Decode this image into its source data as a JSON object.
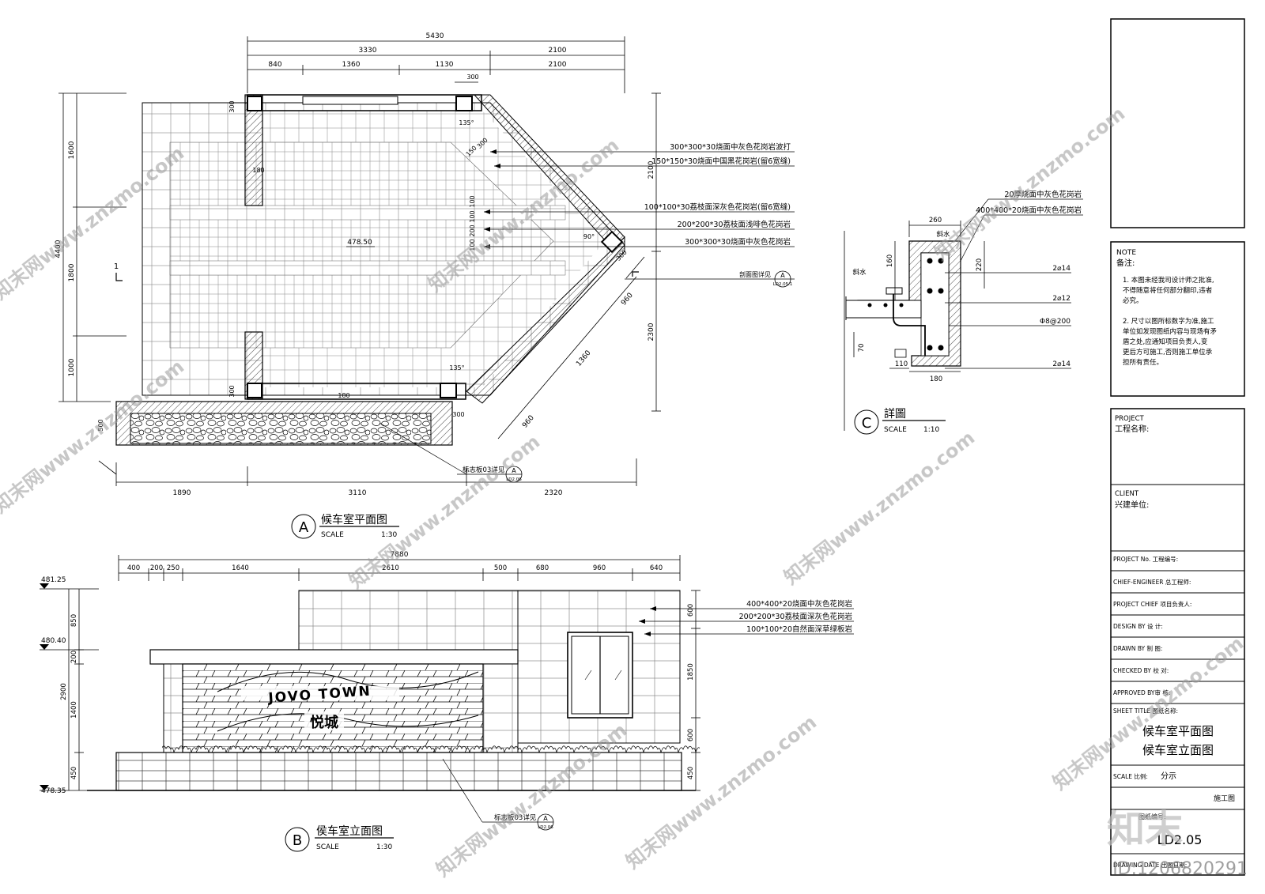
{
  "plan": {
    "title": "候车室平面图",
    "marker": "A",
    "scale_label": "SCALE",
    "scale_value": "1:30",
    "elevation": "478.50",
    "dims_top": [
      "5430",
      "3330",
      "2100",
      "840",
      "1360",
      "1130",
      "2100",
      "300"
    ],
    "dims_left": [
      "4400",
      "1600",
      "1800",
      "1000"
    ],
    "dims_left_small": [
      "300",
      "180",
      "300",
      "180",
      "500"
    ],
    "dims_bottom": [
      "1890",
      "3110",
      "2320"
    ],
    "dims_diag": [
      "960",
      "1360",
      "960",
      "2300",
      "2100",
      "300",
      "300",
      "150",
      "300"
    ],
    "angles": [
      "135°",
      "90°",
      "135°"
    ],
    "section_mark": "1",
    "callouts": [
      "300*300*30烧面中灰色花岗岩波打",
      "150*150*30烧面中国黑花岗岩(留6宽缝)",
      "100*100*30荔枝面深灰色花岗岩(留6宽缝)",
      "200*200*30荔枝面浅啡色花岗岩",
      "300*300*30烧面中灰色花岗岩"
    ],
    "section_ref": "剖面图详见",
    "section_ref_tag": "A",
    "section_ref_sheet": "LD2.05.1",
    "sign_ref": "标志板03详见",
    "sign_ref_tag": "A",
    "sign_ref_sheet": "LD2.06",
    "dims_small": [
      "100",
      "100",
      "100",
      "100",
      "200",
      "180"
    ]
  },
  "elevation": {
    "title": "侯车室立面图",
    "marker": "B",
    "scale_label": "SCALE",
    "scale_value": "1:30",
    "levels": [
      "481.25",
      "480.40",
      "478.35"
    ],
    "dims_top_total": "7880",
    "dims_top": [
      "400",
      "200",
      "250",
      "1640",
      "2610",
      "500",
      "680",
      "960",
      "640"
    ],
    "dims_left": [
      "850",
      "200",
      "2900",
      "1400",
      "450"
    ],
    "dims_right": [
      "600",
      "1850",
      "600",
      "450"
    ],
    "callouts": [
      "400*400*20烧面中灰色花岗岩",
      "200*200*30荔枝面深灰色花岗岩",
      "100*100*20自然面深草绿板岩"
    ],
    "sign_en": "JOVO TOWN",
    "sign_cn": "悦城",
    "sign_ref": "标志板03详见",
    "sign_ref_tag": "A",
    "sign_ref_sheet": "LD2.06"
  },
  "detail": {
    "title": "詳圖",
    "marker": "C",
    "scale_label": "SCALE",
    "scale_value": "1:10",
    "callouts": [
      "20厚烧面中灰色花岗岩",
      "400*400*20烧面中灰色花岗岩"
    ],
    "dims": [
      "260",
      "160",
      "220",
      "70",
      "110",
      "180"
    ],
    "slope_labels": [
      "斜水",
      "斜水"
    ],
    "rebar": [
      "2⌀14",
      "2⌀12",
      "Φ8@200",
      "2⌀14"
    ]
  },
  "titleblock": {
    "note_en": "NOTE",
    "note_cn": "备注:",
    "note1": [
      "1. 本图未经我司设计师之批准,",
      "不得随意将任何部分翻印,违者",
      "必究。"
    ],
    "note2": [
      "2. 尺寸以图所标数字为准,施工",
      "单位如发现图纸内容与现场有矛",
      "盾之处,应通知项目负责人,变",
      "更后方可施工,否则施工单位承",
      "担所有责任。"
    ],
    "project_en": "PROJECT",
    "project_cn": "工程名称:",
    "client_en": "CLIENT",
    "client_cn": "兴建单位:",
    "project_no": "PROJECT No. 工程编号:",
    "chief_engineer": "CHIEF-ENGINEER 总工程师:",
    "project_chief": "PROJECT CHIEF  项目负责人:",
    "design_by": "DESIGN BY 设  计:",
    "drawn_by": "DRAWN BY 制  图:",
    "checked_by": "CHECKED BY 校  对:",
    "approved_by": "APPROVED BY审  核:",
    "sheet_title_label": "SHEET TITLE 图纸名称:",
    "sheet_title_1": "候车室平面图",
    "sheet_title_2": "候车室立面图",
    "scale_row": "SCALE 比例:",
    "scale_value": "分示",
    "stage_label": "施工图",
    "drawing_no_label": "图纸编号:",
    "drawing_no": "LD2.05",
    "date_row": "DRAWING DATE 出图日期:"
  },
  "watermark": {
    "text": "知末网www.znzmo.com",
    "id_text": "ID:1206820291",
    "logo": "知末"
  }
}
